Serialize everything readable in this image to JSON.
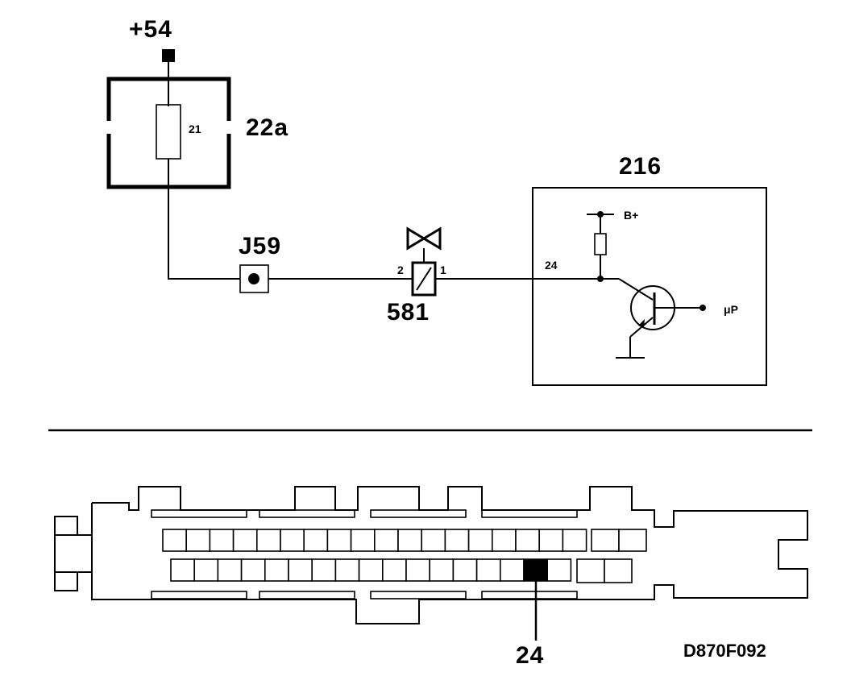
{
  "labels": {
    "supply": "+54",
    "fuse_box": "22a",
    "fuse_number": "21",
    "junction": "J59",
    "valve_pin_2": "2",
    "valve_pin_1": "1",
    "valve": "581",
    "ecu": "216",
    "ecu_pin": "24",
    "ecu_supply": "B+",
    "microprocessor": "μP",
    "connector_pin_callout": "24",
    "figure_code": "D870F092"
  },
  "connector": {
    "top_row_pins": 18,
    "top_row_extra_pins": 2,
    "bottom_row_pins": 17,
    "bottom_row_extra_pins": 2,
    "highlighted_pin": "24"
  }
}
